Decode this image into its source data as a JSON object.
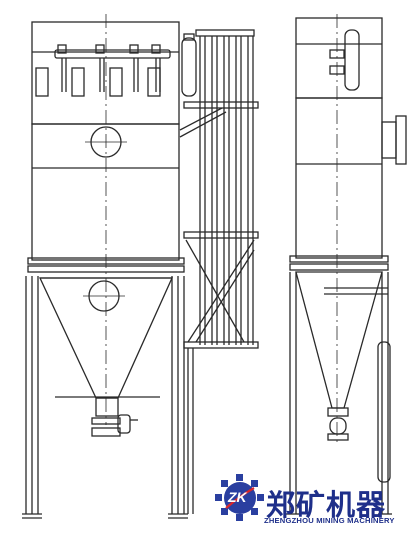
{
  "logo": {
    "mark_text": "ZK",
    "company_name_cn": "郑矿机器",
    "company_name_en": "ZHENGZHOU MINING MACHINERY",
    "brand_color": "#1e2f8a",
    "mark_color": "#2a3fa0",
    "mark_accent_color": "#d9262b"
  },
  "drawing": {
    "line_color": "#2a2a2a",
    "views": [
      "front-elevation",
      "side-elevation"
    ]
  }
}
